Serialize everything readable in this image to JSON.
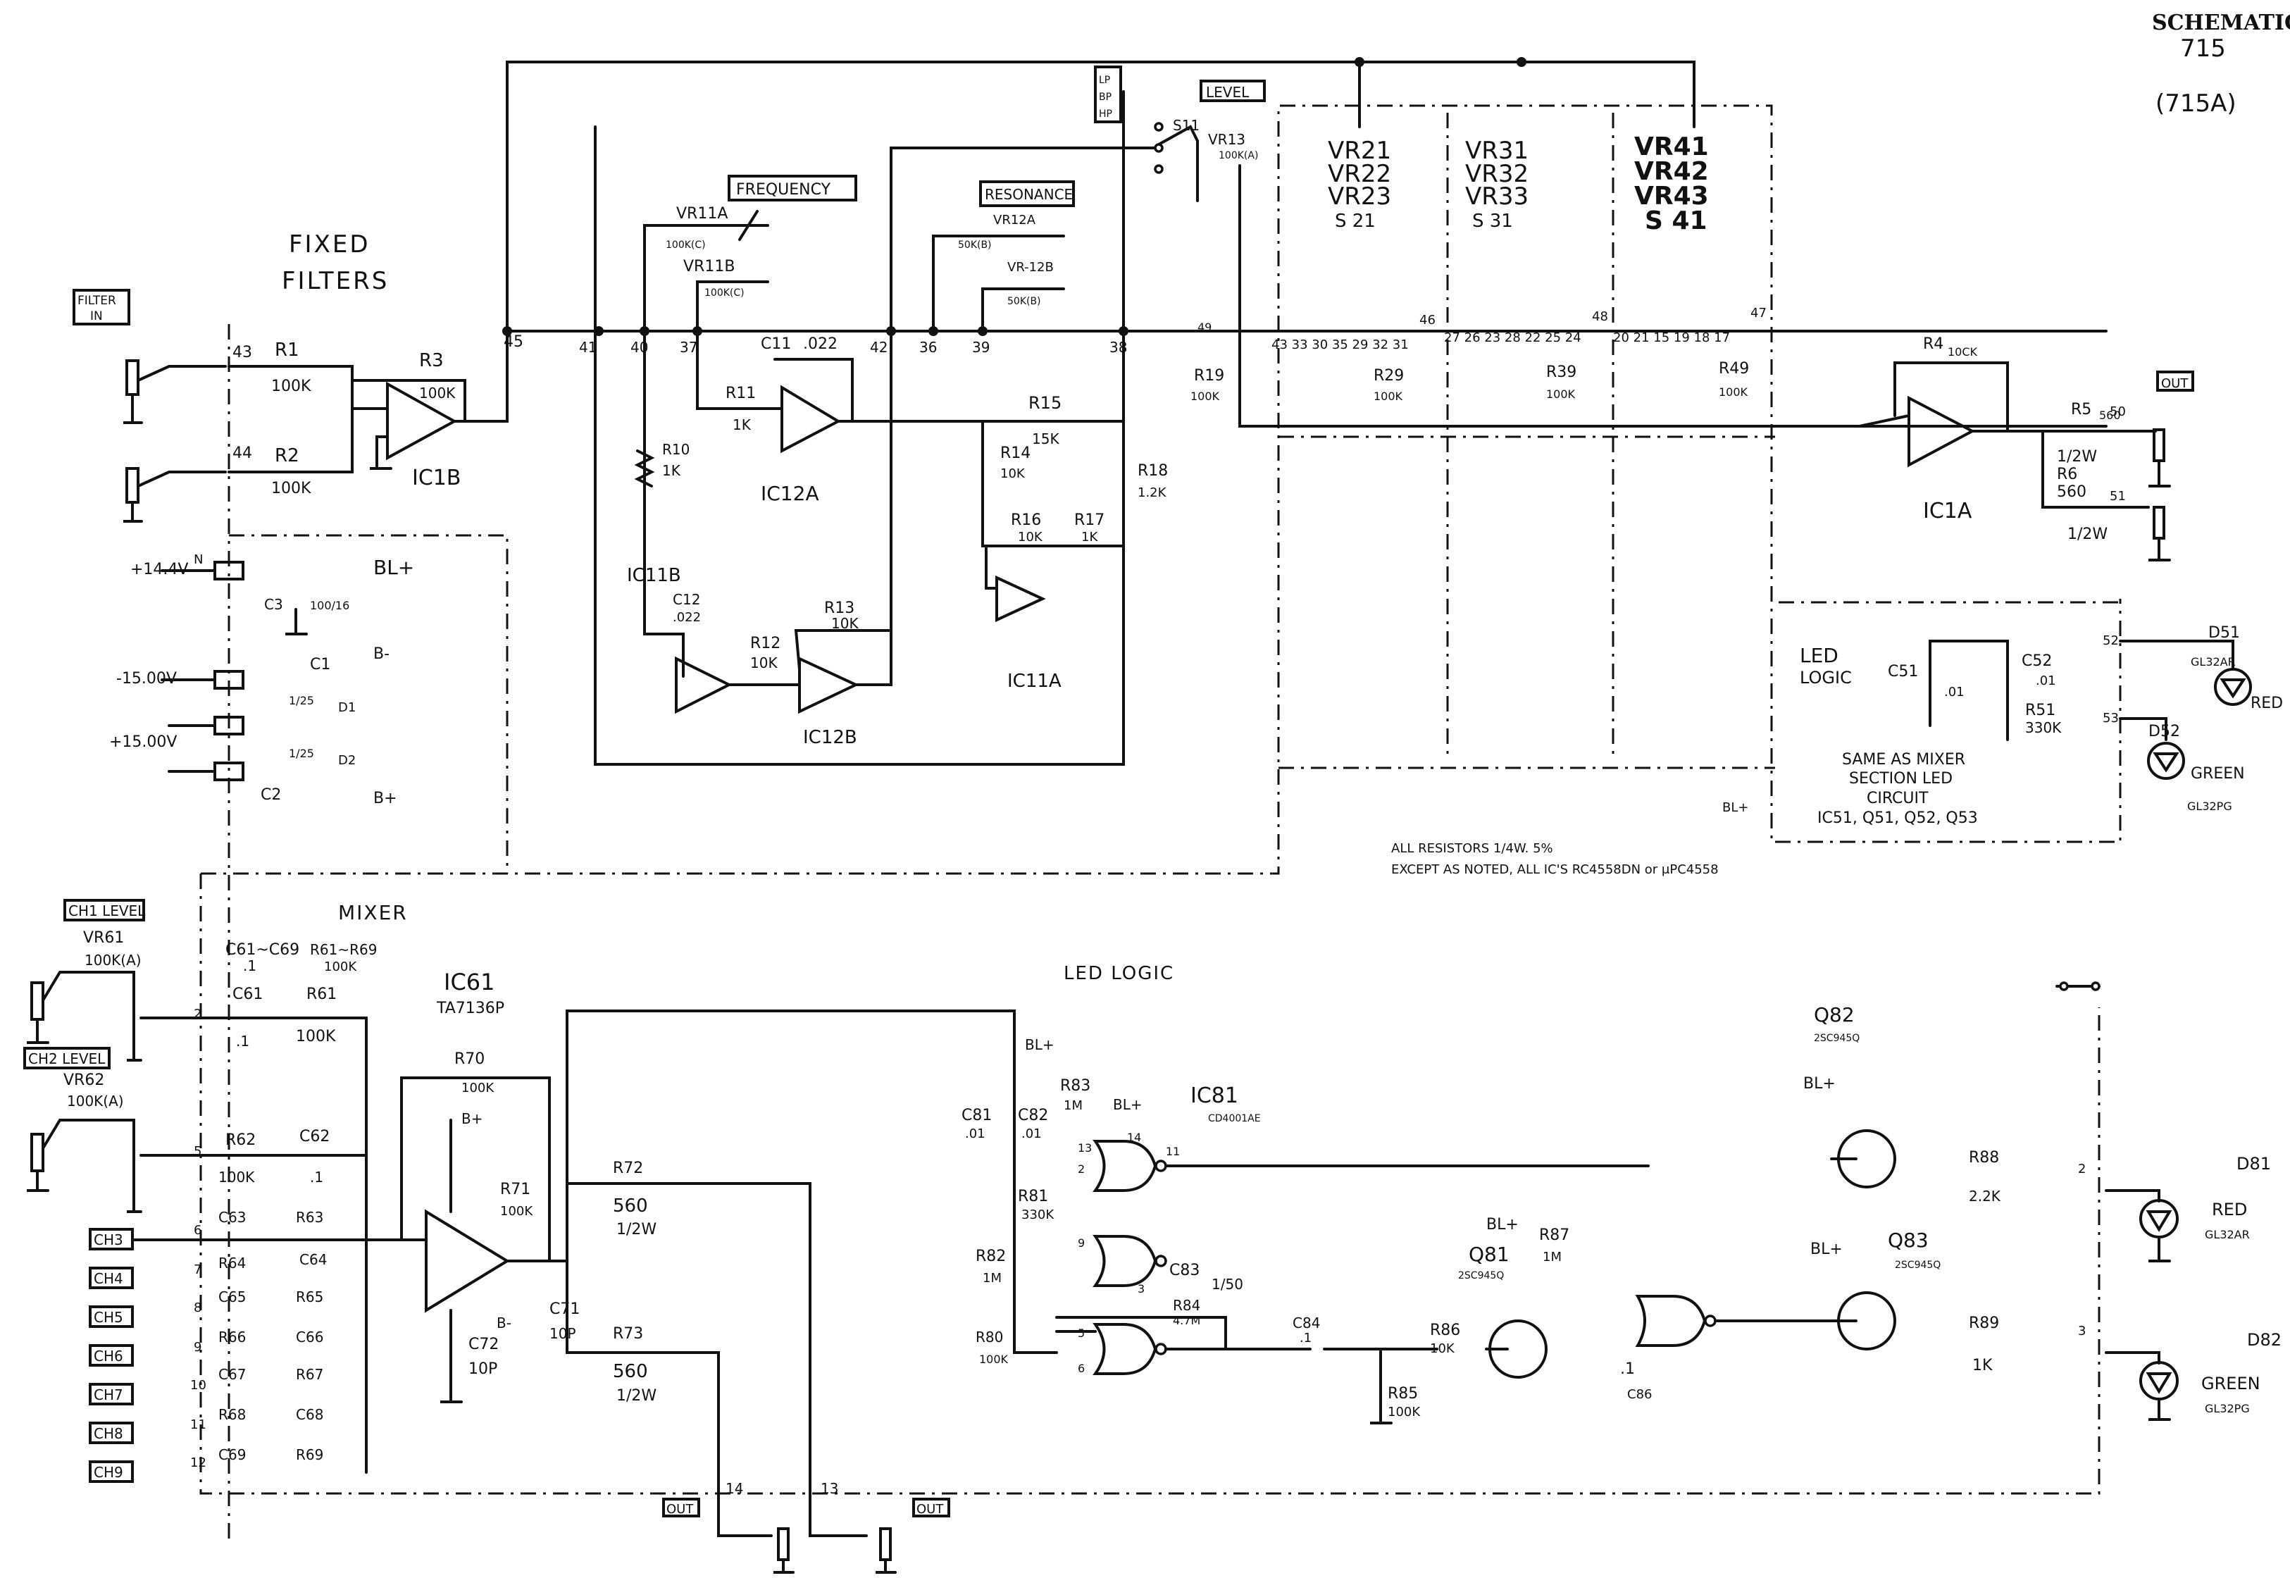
{
  "header": {
    "title": "SCHEMATIC",
    "model": "715",
    "variant": "(715A)"
  },
  "sections": {
    "fixed_filters": [
      "FIXED",
      "FILTERS"
    ],
    "filter_in": [
      "FILTER",
      "IN"
    ],
    "mixer": "MIXER",
    "led_logic": "LED LOGIC",
    "led_logic_right": [
      "LED",
      "LOGIC"
    ]
  },
  "panel_labels": {
    "frequency": "FREQUENCY",
    "resonance": "RESONANCE",
    "level": "LEVEL",
    "lp_bp_hp": [
      "LP",
      "BP",
      "HP"
    ],
    "ch1_level": "CH1 LEVEL",
    "ch2_level": "CH2 LEVEL",
    "out": "OUT"
  },
  "supply": {
    "p14": "+14.4V",
    "m15": "-15.00V",
    "p15": "+15.00V",
    "bl": "BL+",
    "b_minus": "B-",
    "b_plus": "B+"
  },
  "ics": {
    "ic1b": "IC1B",
    "ic1a": "IC1A",
    "ic12a": "IC12A",
    "ic11b": "IC11B",
    "ic11a": "IC11A",
    "ic12b": "IC12B",
    "ic61": "IC61",
    "ic61_part": "TA7136P",
    "ic81": "IC81",
    "ic81_part": "CD4001AE"
  },
  "components": {
    "r1": [
      "R1",
      "100K"
    ],
    "r2": [
      "R2",
      "100K"
    ],
    "r3": [
      "R3",
      "100K"
    ],
    "r4": [
      "R4",
      "10CK"
    ],
    "r5": [
      "R5",
      "560"
    ],
    "r6": [
      "R6",
      "560"
    ],
    "half_w": "1/2W",
    "r10": [
      "R10",
      "1K"
    ],
    "r11": [
      "R11",
      "1K"
    ],
    "r12": [
      "R12",
      "10K"
    ],
    "r13": [
      "R13",
      "10K"
    ],
    "r14": [
      "R14",
      "10K"
    ],
    "r15": [
      "R15",
      "15K"
    ],
    "r16": [
      "R16",
      "10K"
    ],
    "r17": [
      "R17",
      "1K"
    ],
    "r18": [
      "R18",
      "1.2K"
    ],
    "r19": [
      "R19",
      "100K"
    ],
    "r29": [
      "R29",
      "100K"
    ],
    "r39": [
      "R39",
      "100K"
    ],
    "r49": [
      "R49",
      "100K"
    ],
    "c11": [
      "C11",
      ".022"
    ],
    "c12": [
      "C12",
      ".022"
    ],
    "c3": [
      "C3",
      "100/16"
    ],
    "c1": "C1",
    "c2": "C2",
    "vr11a": [
      "VR11A",
      "100K(C)"
    ],
    "vr11b": [
      "VR11B",
      "100K(C)"
    ],
    "vr12a": [
      "VR12A",
      "50K(B)"
    ],
    "vr12b": [
      "VR-12B",
      "50K(B)"
    ],
    "vr13": [
      "VR13",
      "100K(A)"
    ],
    "s11": "S11",
    "vr_bank1": [
      "VR21",
      "VR22",
      "VR23",
      "S 21"
    ],
    "vr_bank2": [
      "VR31",
      "VR32",
      "VR33",
      "S 31"
    ],
    "vr_bank3": [
      "VR41",
      "VR42",
      "VR43",
      "S 41"
    ],
    "vr61": [
      "VR61",
      "100K(A)"
    ],
    "vr62": [
      "VR62",
      "100K(A)"
    ],
    "c61_range": [
      "C61~C69",
      ".1"
    ],
    "r61_range": [
      "R61~R69",
      "100K"
    ],
    "c61": [
      "C61",
      ".1"
    ],
    "r61": [
      "R61",
      "100K"
    ],
    "r62": [
      "R62",
      "100K"
    ],
    "c62": [
      "C62",
      ".1"
    ],
    "c63": "C63",
    "r63": "R63",
    "r64": "R64",
    "c64": "C64",
    "c65": "C65",
    "r65": "R65",
    "r66": "R66",
    "c66": "C66",
    "c67": "C67",
    "r67": "R67",
    "r68": "R68",
    "c68": "C68",
    "c69": "C69",
    "r69": "R69",
    "r70": [
      "R70",
      "100K"
    ],
    "r71": [
      "R71",
      "100K"
    ],
    "c71": [
      "C71",
      "10P"
    ],
    "c72": [
      "C72",
      "10P"
    ],
    "r72": [
      "R72",
      "560",
      "1/2W"
    ],
    "r73": [
      "R73",
      "560",
      "1/2W"
    ],
    "c81": [
      "C81",
      ".01"
    ],
    "c82": [
      "C82",
      ".01"
    ],
    "r83": [
      "R83",
      "1M"
    ],
    "r81": [
      "R81",
      "330K"
    ],
    "r82": [
      "R82",
      "1M"
    ],
    "c83": [
      "C83",
      "1/50"
    ],
    "r84": [
      "R84",
      "4.7M"
    ],
    "r80": [
      "R80",
      "100K"
    ],
    "c84": [
      "C84",
      ".1"
    ],
    "r85": [
      "R85",
      "100K"
    ],
    "r86": [
      "R86",
      "10K"
    ],
    "r87": [
      "R87",
      "1M"
    ],
    "c86": [
      "C86",
      ".1"
    ],
    "q81": [
      "Q81",
      "2SC945Q"
    ],
    "q82": [
      "Q82",
      "2SC945Q"
    ],
    "q83": [
      "Q83",
      "2SC945Q"
    ],
    "r88": [
      "R88",
      "2.2K"
    ],
    "r89": [
      "R89",
      "1K"
    ],
    "d81": [
      "D81",
      "RED",
      "GL32AR"
    ],
    "d82": [
      "D82",
      "GREEN",
      "GL32PG"
    ],
    "d51": [
      "D51",
      "RED",
      "GL32AR"
    ],
    "d52": [
      "D52",
      "GREEN",
      "GL32PG"
    ],
    "c51": [
      "C51",
      ".01"
    ],
    "c52": [
      "C52",
      ".01"
    ],
    "r51": [
      "R51",
      "330K"
    ],
    "d1": "D1",
    "d2": "D2",
    "cap_val": "1/25"
  },
  "channels": [
    "CH3",
    "CH4",
    "CH5",
    "CH6",
    "CH7",
    "CH8",
    "CH9"
  ],
  "pins": {
    "n43": "43",
    "n44": "44",
    "n45": "45",
    "n41": "41",
    "n40": "40",
    "n37": "37",
    "n42": "42",
    "n36": "36",
    "n39": "39",
    "n38": "38",
    "n49": "49",
    "n46": "46",
    "n48": "48",
    "n47": "47",
    "n50": "50",
    "n51": "51",
    "n52": "52",
    "n53": "53",
    "bus1": "43 33 30 35 29 32 31",
    "bus2": "27 26 23 28 22 25 24",
    "bus3": "20 21 15 19 18 17",
    "n2": "2",
    "n3": "3",
    "n5": "5",
    "n6": "6",
    "n7": "7",
    "n8": "8",
    "n9": "9",
    "n10": "10",
    "n11": "11",
    "n12": "12",
    "n13": "13",
    "n14": "14",
    "nN": "N"
  },
  "notes": {
    "resistors": "ALL RESISTORS 1/4W. 5%",
    "ics": "EXCEPT AS NOTED, ALL IC'S RC4558DN or μPC4558",
    "led_same": [
      "SAME AS MIXER",
      "SECTION LED",
      "CIRCUIT",
      "IC51, Q51, Q52, Q53"
    ]
  }
}
